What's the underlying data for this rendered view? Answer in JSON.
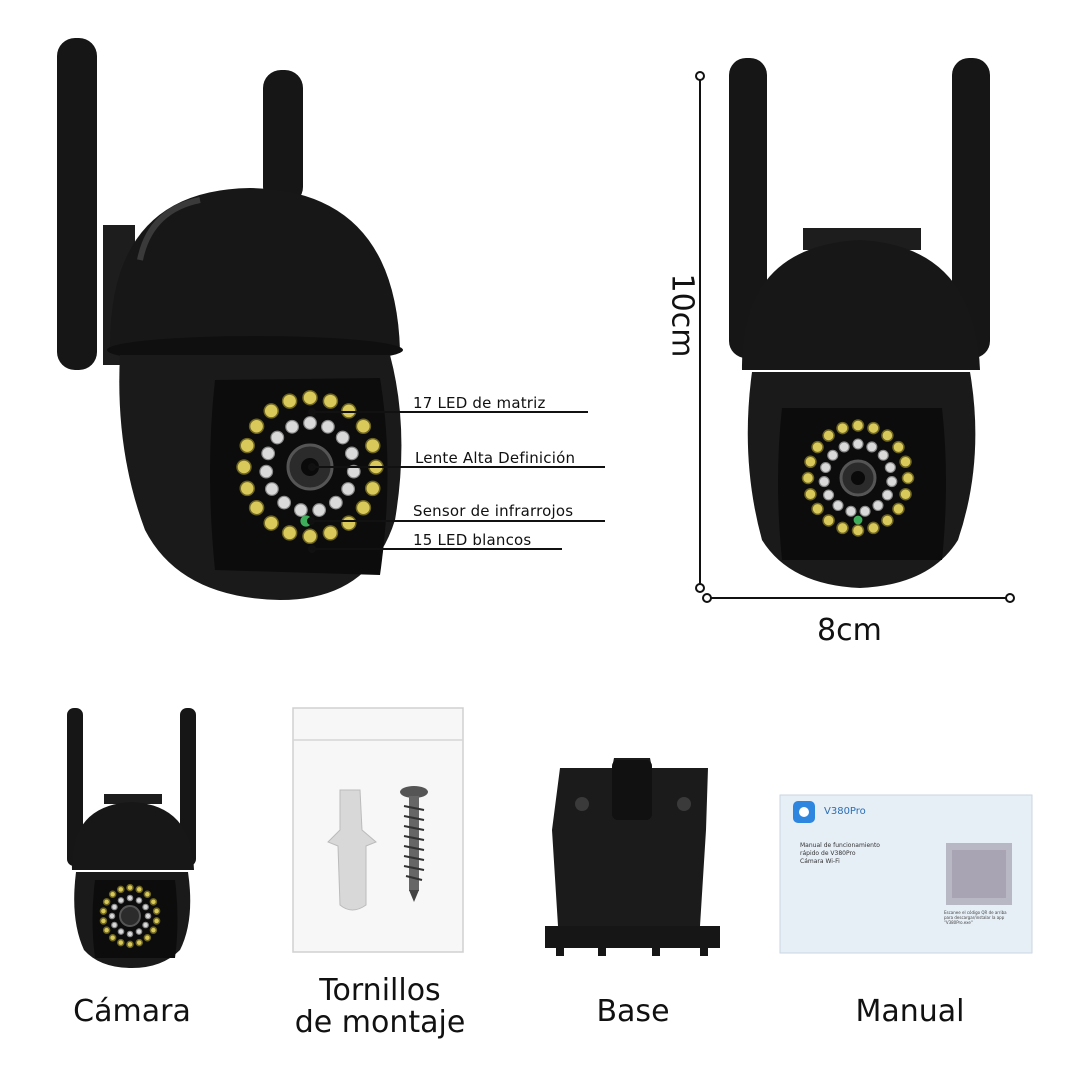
{
  "callouts": {
    "led_matrix": "17 LED de matriz",
    "lens": "Lente Alta Definición",
    "ir_sensor": "Sensor de infrarrojos",
    "white_leds": "15 LED blancos"
  },
  "dimensions": {
    "height": "10cm",
    "width": "8cm"
  },
  "items": {
    "camera": "Cámara",
    "screws_line1": "Tornillos",
    "screws_line2": "de montaje",
    "base": "Base",
    "manual": "Manual"
  },
  "manual_card": {
    "brand": "V380Pro",
    "title_line1": "Manual de funcionamiento",
    "title_line2": "rápido de V380Pro",
    "subtitle": "Cámara Wi-Fi",
    "qr_caption_line1": "Escanee el código QR de arriba",
    "qr_caption_line2": "para descargar/instalar la app",
    "qr_caption_line3": "\"V380Pro.exe\""
  },
  "colors": {
    "camera_body": "#141414",
    "led_yellow": "#d8c95a",
    "led_white": "#d9d9d9",
    "ir_green": "#3fae5a",
    "manual_card_bg": "#e6eef6"
  }
}
